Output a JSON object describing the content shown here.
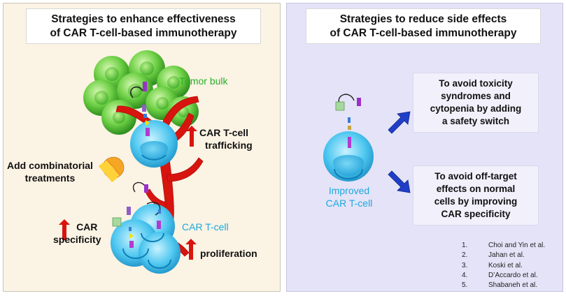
{
  "left_panel": {
    "title_line1": "Strategies to enhance effectiveness",
    "title_line2": "of CAR T-cell-based immunotherapy",
    "tumor_label": "Tumor bulk",
    "trafficking_line1": "CAR T-cell",
    "trafficking_line2": "trafficking",
    "combo_line1": "Add combinatorial",
    "combo_line2": "treatments",
    "specificity_line1": "CAR",
    "specificity_line2": "specificity",
    "cell_label": "CAR T-cell",
    "proliferation": "proliferation"
  },
  "right_panel": {
    "title_line1": "Strategies to reduce side effects",
    "title_line2": "of CAR T-cell-based immunotherapy",
    "cell_label_line1": "Improved",
    "cell_label_line2": "CAR T-cell",
    "box1": [
      "To avoid toxicity",
      "syndromes and",
      "cytopenia by adding",
      "a safety switch"
    ],
    "box2": [
      "To avoid off-target",
      "effects on normal",
      "cells by improving",
      "CAR specificity"
    ],
    "references": [
      {
        "num": "1.",
        "text": "Choi and Yin et al."
      },
      {
        "num": "2.",
        "text": "Jahan et al."
      },
      {
        "num": "3.",
        "text": "Koski et al."
      },
      {
        "num": "4.",
        "text": "D’Accardo et al."
      },
      {
        "num": "5.",
        "text": "Shabaneh et al."
      }
    ]
  },
  "colors": {
    "left_bg": "#fbf3e4",
    "right_bg": "#e4e3f8",
    "tumor_green": "#5cc33c",
    "tcell_blue": "#3bb8e6",
    "vessel_red": "#d8140f",
    "arrow_blue": "#1f3fc8",
    "label_green": "#26b026",
    "label_blue": "#1ba8de"
  }
}
